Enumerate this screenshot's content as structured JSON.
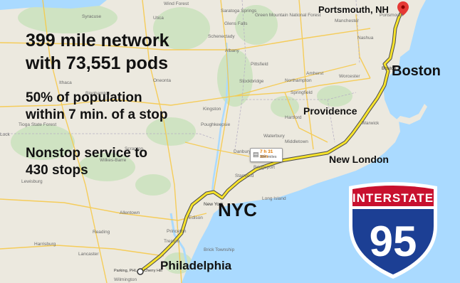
{
  "headline": {
    "line1": "399 mile network",
    "line2": "with 73,551 pods"
  },
  "population": {
    "line1": "50% of population",
    "line2": "within 7 min. of a stop"
  },
  "service": {
    "line1": "Nonstop  service to",
    "line2": "430 stops"
  },
  "cities": {
    "portsmouth": "Portsmouth, NH",
    "boston": "Boston",
    "providence": "Providence",
    "new_london": "New London",
    "nyc": "NYC",
    "philadelphia": "Philadelphia"
  },
  "route_box": {
    "time": "7 h 31 min",
    "distance": "394 miles"
  },
  "shield": {
    "top_text": "INTERSTATE",
    "number": "95",
    "red": "#c8102e",
    "blue": "#1c3f94"
  },
  "map_labels": [
    {
      "text": "Wind Forest"
    },
    {
      "text": "Syracuse"
    },
    {
      "text": "Utica"
    },
    {
      "text": "Saratoga Springs"
    },
    {
      "text": "Schenectady"
    },
    {
      "text": "Albany"
    },
    {
      "text": "Glens Falls"
    },
    {
      "text": "Green Mountain National Forest"
    },
    {
      "text": "Manchester"
    },
    {
      "text": "Portsmouth"
    },
    {
      "text": "Nashua"
    },
    {
      "text": "Pittsfield"
    },
    {
      "text": "Amherst"
    },
    {
      "text": "Worcester"
    },
    {
      "text": "Northampton"
    },
    {
      "text": "Springfield"
    },
    {
      "text": "Stockbridge"
    },
    {
      "text": "Binghamton"
    },
    {
      "text": "Ithaca"
    },
    {
      "text": "Oneonta"
    },
    {
      "text": "Kingston"
    },
    {
      "text": "Hartford"
    },
    {
      "text": "Poughkeepsie"
    },
    {
      "text": "Waterbury"
    },
    {
      "text": "Middletown"
    },
    {
      "text": "Warwick"
    },
    {
      "text": "Danbury"
    },
    {
      "text": "Bridgeport"
    },
    {
      "text": "Stamford"
    },
    {
      "text": "Scranton"
    },
    {
      "text": "Wilkes-Barre"
    },
    {
      "text": "Tioga State Forest"
    },
    {
      "text": "Lewisburg"
    },
    {
      "text": "Allentown"
    },
    {
      "text": "Reading"
    },
    {
      "text": "Lancaster"
    },
    {
      "text": "Harrisburg"
    },
    {
      "text": "Long Island"
    },
    {
      "text": "Trenton"
    },
    {
      "text": "Princeton"
    },
    {
      "text": "Edison"
    },
    {
      "text": "Brick Township"
    },
    {
      "text": "Wilmington"
    },
    {
      "text": "Parking, PHL"
    },
    {
      "text": "Cherry Hill"
    },
    {
      "text": "Lock"
    },
    {
      "text": "Boston"
    },
    {
      "text": "New York"
    }
  ]
}
